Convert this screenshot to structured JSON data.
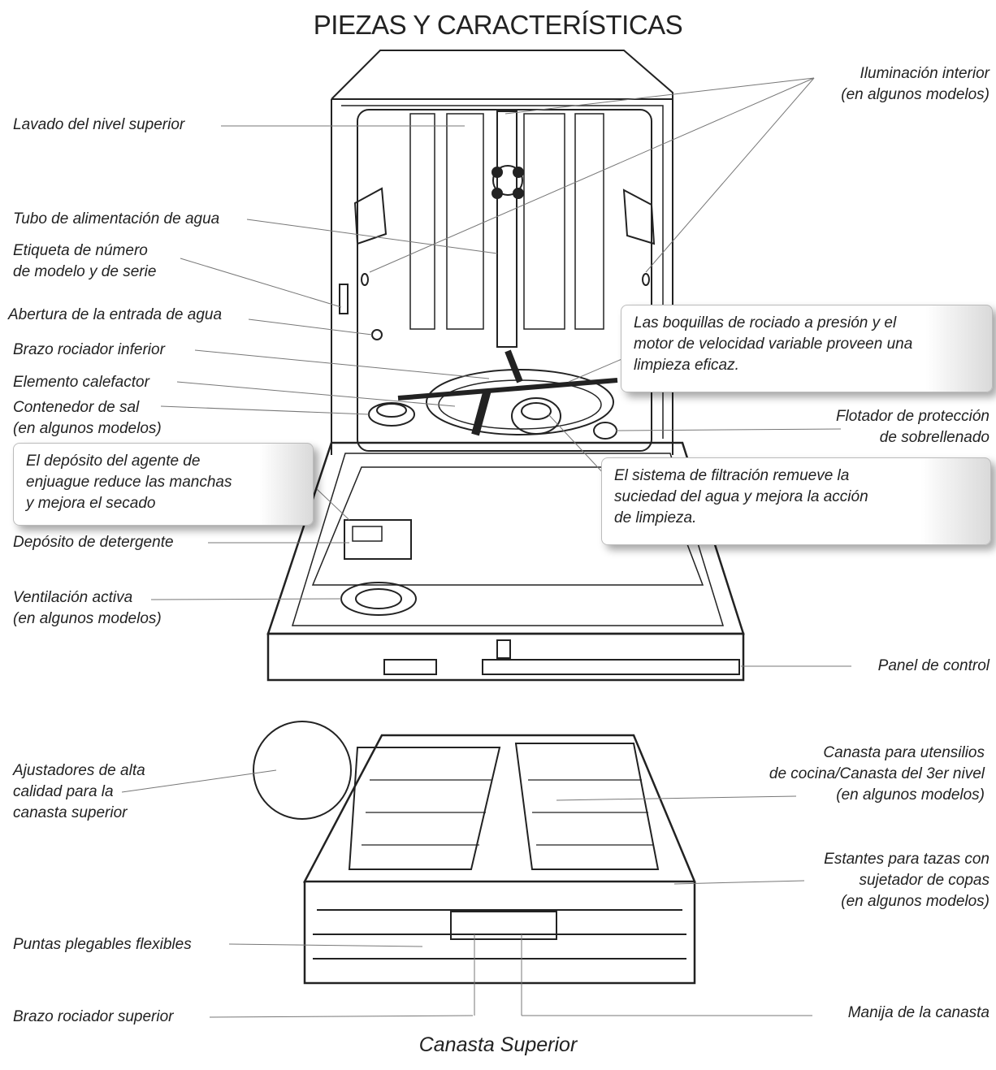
{
  "title": "PIEZAS Y CARACTERÍSTICAS",
  "labels": {
    "lavado": "Lavado del nivel superior",
    "tubo": "Tubo de alimentación de agua",
    "etiqueta": [
      "Etiqueta de número",
      "de modelo y de serie"
    ],
    "abertura": "Abertura de la entrada de agua",
    "brazo_inf": "Brazo rociador inferior",
    "elemento": "Elemento calefactor",
    "contenedor": [
      "Contenedor de sal",
      "(en algunos modelos)"
    ],
    "deposito_det": "Depósito de detergente",
    "ventilacion": [
      "Ventilación activa",
      "(en algunos modelos)"
    ],
    "iluminacion": [
      "Iluminación interior",
      "(en algunos modelos)"
    ],
    "flotador": [
      "Flotador de protección",
      "de sobrellenado"
    ],
    "panel": "Panel de control",
    "ajustadores": [
      "Ajustadores de alta",
      "calidad para la",
      "canasta superior"
    ],
    "canasta_utensilios": [
      "Canasta para utensilios",
      "de cocina/Canasta del 3er nivel",
      "(en algunos modelos)"
    ],
    "estantes": [
      "Estantes para tazas con",
      "sujetador de copas",
      "(en algunos modelos)"
    ],
    "puntas": "Puntas plegables flexibles",
    "brazo_sup": "Brazo rociador superior",
    "manija": "Manija de la canasta"
  },
  "callouts": {
    "boquillas": [
      "Las boquillas de rociado a presión y el",
      "motor de velocidad variable proveen una",
      "limpieza eficaz."
    ],
    "enjuague": [
      "El depósito del agente de",
      "enjuague reduce las manchas",
      "y mejora el secado"
    ],
    "filtracion": [
      "El sistema de filtración remueve la",
      "suciedad del agua y mejora la acción",
      "de limpieza."
    ]
  },
  "caption": "Canasta Superior"
}
